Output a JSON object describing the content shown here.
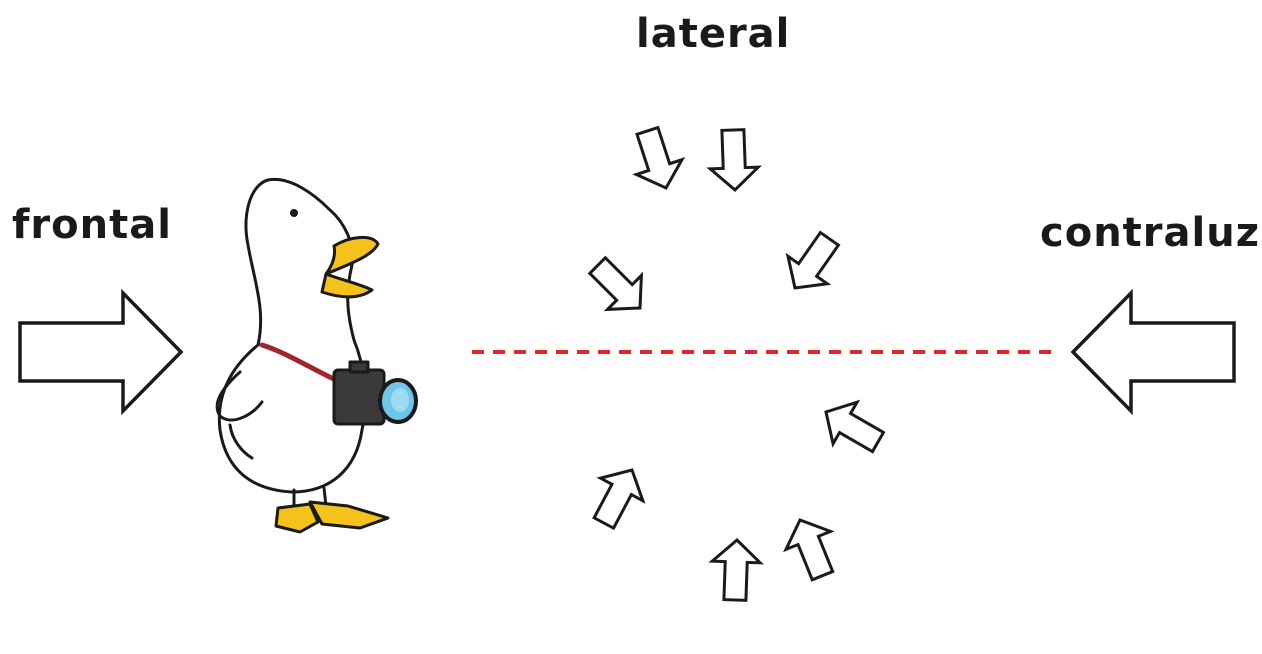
{
  "labels": {
    "lateral": "lateral",
    "frontal": "frontal",
    "contraluz": "contraluz"
  },
  "colors": {
    "axis_line": "#e0262b",
    "beak_feet": "#f5c21b",
    "camera_lens": "#6ec6ea",
    "camera_body": "#3a3a3a",
    "strap": "#a0252c",
    "outline": "#1a1a1a"
  },
  "icons": {
    "subject": "duck-photographer",
    "light_direction": "hollow-arrow"
  }
}
